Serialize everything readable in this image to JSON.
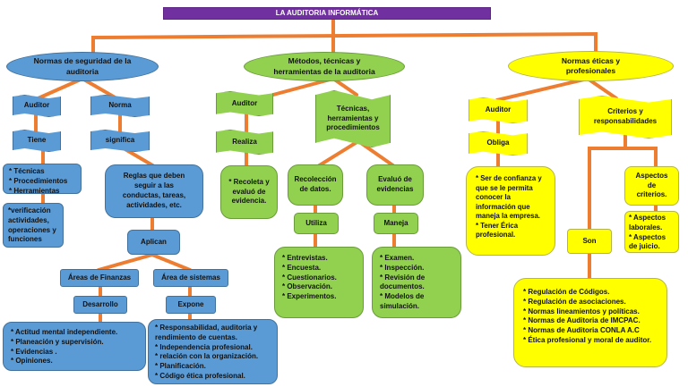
{
  "title": "LA AUDITORIA INFORMÁTICA",
  "colors": {
    "title_bg": "#7030a0",
    "blue": "#5b9bd5",
    "green": "#92d050",
    "yellow": "#ffff00",
    "connector": "#ed7d31"
  },
  "branches": {
    "seguridad": {
      "label": "Normas de seguridad de la auditoria",
      "auditor": "Auditor",
      "tiene": "Tiene",
      "tiene_items": [
        "* Técnicas",
        "* Procedimientos",
        "* Herramientas"
      ],
      "verificacion": "*verificación actividades, operaciones y funciones",
      "norma": "Norma",
      "significa": "significa",
      "reglas": "Reglas que deben seguir a las conductas, tareas, actividades, etc.",
      "aplican": "Aplican",
      "finanzas": "Áreas de Finanzas",
      "desarrollo": "Desarrollo",
      "desarrollo_items": [
        "* Actitud mental independiente.",
        "* Planeación y supervisión.",
        "* Evidencias .",
        "* Opiniones."
      ],
      "sistemas": "Área de sistemas",
      "expone": "Expone",
      "expone_items": [
        "* Responsabilidad, auditoria y rendimiento de cuentas.",
        "* Independencia profesional.",
        "* relación con la organización.",
        "* Planificación.",
        "* Código ética profesional."
      ]
    },
    "metodos": {
      "label": "Métodos, técnicas y herramientas de la auditoria",
      "auditor": "Auditor",
      "realiza": "Realiza",
      "realiza_text": "* Recoleta y evaluó de evidencia.",
      "tecnicas": "Técnicas, herramientas y procedimientos",
      "recoleccion": "Recolección de datos.",
      "utiliza": "Utiliza",
      "utiliza_items": [
        "* Entrevistas.",
        "* Encuesta.",
        "* Cuestionarios.",
        "* Observación.",
        "* Experimentos."
      ],
      "evaluo": "Evaluó de evidencias",
      "maneja": "Maneja",
      "maneja_items": [
        "* Examen.",
        "* Inspección.",
        "* Revisión de documentos.",
        "* Modelos de simulación."
      ]
    },
    "eticas": {
      "label": "Normas éticas y profesionales",
      "auditor": "Auditor",
      "obliga": "Obliga",
      "obliga_items": [
        "* Ser de confianza y que se le permita conocer la información que maneja la empresa.",
        "* Tener Érica profesional."
      ],
      "criterios": "Criterios y responsabilidades",
      "aspectos": "Aspectos de criterios.",
      "aspectos_items": [
        "* Aspectos laborales.",
        "* Aspectos de juicio."
      ],
      "son": "Son",
      "son_items": [
        "* Regulación de Códigos.",
        "* Regulación de asociaciones.",
        "* Normas lineamientos y políticas.",
        "* Normas de Auditoria de IMCPAC.",
        "* Normas de Auditoria CONLA A.C",
        "* Ética profesional y moral de auditor."
      ]
    }
  }
}
